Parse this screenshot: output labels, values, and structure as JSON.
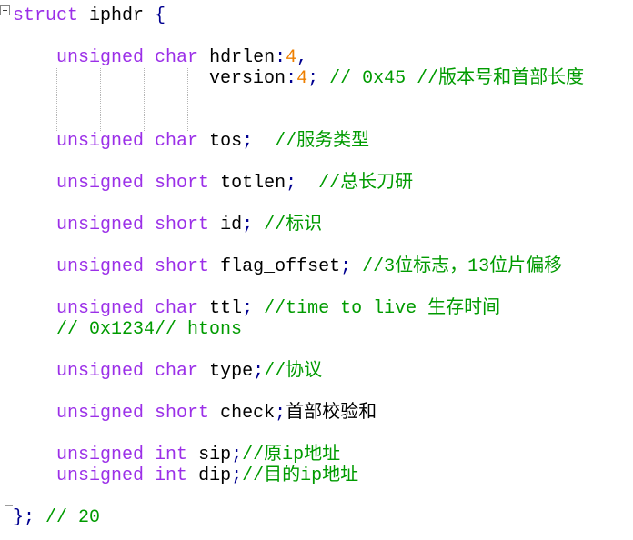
{
  "editor": {
    "language": "c",
    "colors": {
      "keyword": "#9b2fe8",
      "plain": "#000000",
      "punctuation": "#000090",
      "number": "#ee7f00",
      "comment": "#009b00",
      "guide": "#b4b4b4",
      "fold_line": "#9c9c9c",
      "fold_box_border": "#848484",
      "background": "#ffffff"
    },
    "fold_marker": {
      "state": "expanded",
      "glyph": "minus-box"
    },
    "indent_guides": {
      "columns": [
        4,
        8,
        12,
        16
      ]
    },
    "lines": [
      {
        "spans": [
          {
            "c": "kw",
            "t": "struct"
          },
          {
            "c": "pl",
            "t": " iphdr "
          },
          {
            "c": "pu",
            "t": "{"
          }
        ]
      },
      {
        "spans": []
      },
      {
        "spans": [
          {
            "c": "pl",
            "t": "    "
          },
          {
            "c": "kw",
            "t": "unsigned"
          },
          {
            "c": "pl",
            "t": " "
          },
          {
            "c": "kw",
            "t": "char"
          },
          {
            "c": "pl",
            "t": " hdrlen"
          },
          {
            "c": "pu",
            "t": ":"
          },
          {
            "c": "nu",
            "t": "4"
          },
          {
            "c": "pu",
            "t": ","
          }
        ]
      },
      {
        "spans": [
          {
            "c": "pl",
            "t": "                  version"
          },
          {
            "c": "pu",
            "t": ":"
          },
          {
            "c": "nu",
            "t": "4"
          },
          {
            "c": "pu",
            "t": ";"
          },
          {
            "c": "pl",
            "t": " "
          },
          {
            "c": "cm",
            "t": "// 0x45 //版本号和首部长度"
          }
        ]
      },
      {
        "spans": []
      },
      {
        "spans": []
      },
      {
        "spans": [
          {
            "c": "pl",
            "t": "    "
          },
          {
            "c": "kw",
            "t": "unsigned"
          },
          {
            "c": "pl",
            "t": " "
          },
          {
            "c": "kw",
            "t": "char"
          },
          {
            "c": "pl",
            "t": " tos"
          },
          {
            "c": "pu",
            "t": ";"
          },
          {
            "c": "pl",
            "t": "  "
          },
          {
            "c": "cm",
            "t": "//服务类型"
          }
        ]
      },
      {
        "spans": []
      },
      {
        "spans": [
          {
            "c": "pl",
            "t": "    "
          },
          {
            "c": "kw",
            "t": "unsigned"
          },
          {
            "c": "pl",
            "t": " "
          },
          {
            "c": "kw",
            "t": "short"
          },
          {
            "c": "pl",
            "t": " totlen"
          },
          {
            "c": "pu",
            "t": ";"
          },
          {
            "c": "pl",
            "t": "  "
          },
          {
            "c": "cm",
            "t": "//总长刀研"
          }
        ]
      },
      {
        "spans": []
      },
      {
        "spans": [
          {
            "c": "pl",
            "t": "    "
          },
          {
            "c": "kw",
            "t": "unsigned"
          },
          {
            "c": "pl",
            "t": " "
          },
          {
            "c": "kw",
            "t": "short"
          },
          {
            "c": "pl",
            "t": " id"
          },
          {
            "c": "pu",
            "t": ";"
          },
          {
            "c": "pl",
            "t": " "
          },
          {
            "c": "cm",
            "t": "//标识"
          }
        ]
      },
      {
        "spans": []
      },
      {
        "spans": [
          {
            "c": "pl",
            "t": "    "
          },
          {
            "c": "kw",
            "t": "unsigned"
          },
          {
            "c": "pl",
            "t": " "
          },
          {
            "c": "kw",
            "t": "short"
          },
          {
            "c": "pl",
            "t": " flag_offset"
          },
          {
            "c": "pu",
            "t": ";"
          },
          {
            "c": "pl",
            "t": " "
          },
          {
            "c": "cm",
            "t": "//3位标志，13位片偏移"
          }
        ]
      },
      {
        "spans": []
      },
      {
        "spans": [
          {
            "c": "pl",
            "t": "    "
          },
          {
            "c": "kw",
            "t": "unsigned"
          },
          {
            "c": "pl",
            "t": " "
          },
          {
            "c": "kw",
            "t": "char"
          },
          {
            "c": "pl",
            "t": " ttl"
          },
          {
            "c": "pu",
            "t": ";"
          },
          {
            "c": "pl",
            "t": " "
          },
          {
            "c": "cm",
            "t": "//time to live 生存时间"
          }
        ]
      },
      {
        "spans": [
          {
            "c": "pl",
            "t": "    "
          },
          {
            "c": "cm",
            "t": "// 0x1234// htons"
          }
        ]
      },
      {
        "spans": []
      },
      {
        "spans": [
          {
            "c": "pl",
            "t": "    "
          },
          {
            "c": "kw",
            "t": "unsigned"
          },
          {
            "c": "pl",
            "t": " "
          },
          {
            "c": "kw",
            "t": "char"
          },
          {
            "c": "pl",
            "t": " type"
          },
          {
            "c": "pu",
            "t": ";"
          },
          {
            "c": "cm",
            "t": "//协议"
          }
        ]
      },
      {
        "spans": []
      },
      {
        "spans": [
          {
            "c": "pl",
            "t": "    "
          },
          {
            "c": "kw",
            "t": "unsigned"
          },
          {
            "c": "pl",
            "t": " "
          },
          {
            "c": "kw",
            "t": "short"
          },
          {
            "c": "pl",
            "t": " check"
          },
          {
            "c": "pu",
            "t": ";"
          },
          {
            "c": "pl",
            "t": "首部校验和"
          }
        ]
      },
      {
        "spans": []
      },
      {
        "spans": [
          {
            "c": "pl",
            "t": "    "
          },
          {
            "c": "kw",
            "t": "unsigned"
          },
          {
            "c": "pl",
            "t": " "
          },
          {
            "c": "kw",
            "t": "int"
          },
          {
            "c": "pl",
            "t": " sip"
          },
          {
            "c": "pu",
            "t": ";"
          },
          {
            "c": "cm",
            "t": "//原ip地址"
          }
        ]
      },
      {
        "spans": [
          {
            "c": "pl",
            "t": "    "
          },
          {
            "c": "kw",
            "t": "unsigned"
          },
          {
            "c": "pl",
            "t": " "
          },
          {
            "c": "kw",
            "t": "int"
          },
          {
            "c": "pl",
            "t": " dip"
          },
          {
            "c": "pu",
            "t": ";"
          },
          {
            "c": "cm",
            "t": "//目的ip地址"
          }
        ]
      },
      {
        "spans": []
      },
      {
        "spans": [
          {
            "c": "pu",
            "t": "};"
          },
          {
            "c": "pl",
            "t": " "
          },
          {
            "c": "cm",
            "t": "// 20"
          }
        ]
      }
    ]
  }
}
